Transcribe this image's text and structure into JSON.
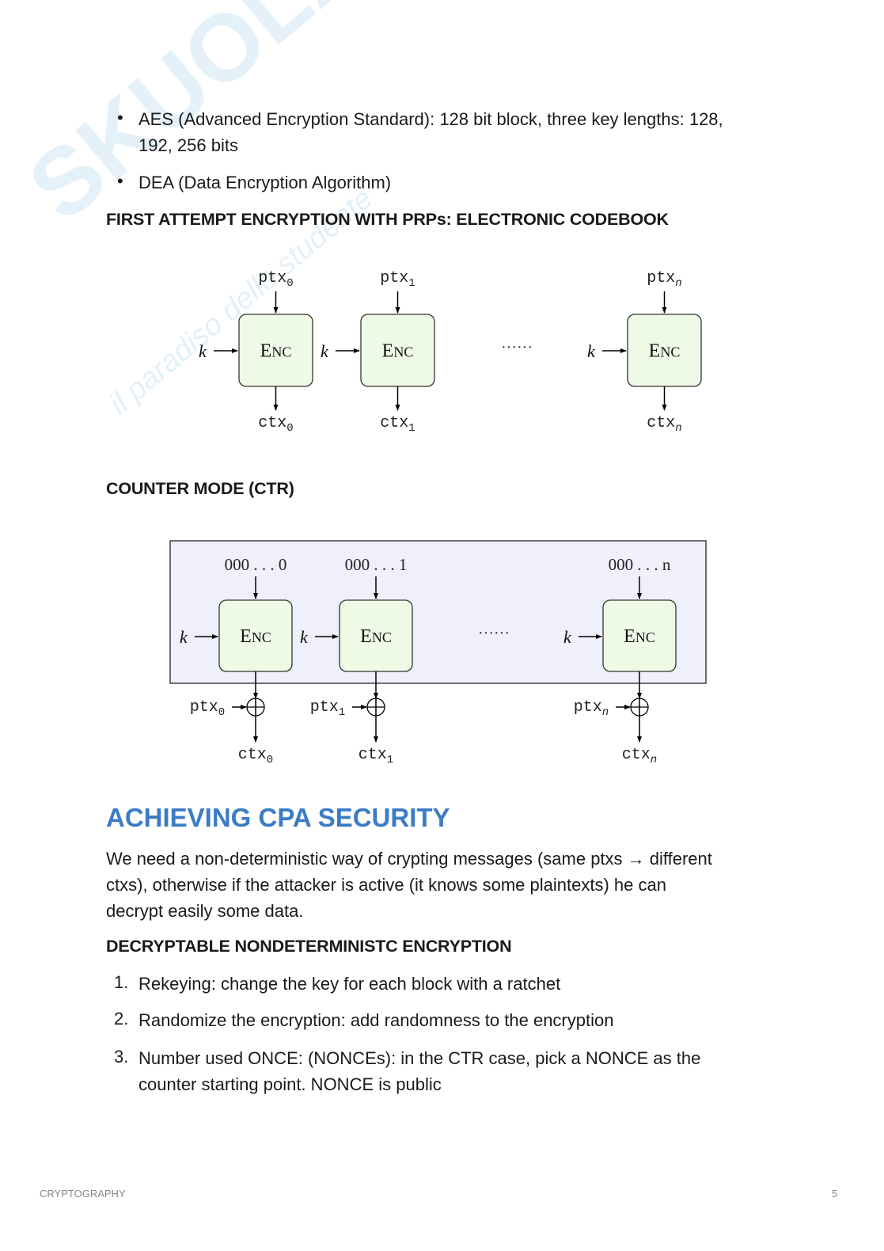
{
  "watermark": {
    "logo_text": "SKUOLA.net",
    "tagline": "il paradiso dello studente"
  },
  "bullets": [
    {
      "line1": "AES (Advanced Encryption Standard): 128 bit block, three key lengths: 128,",
      "line2": "192, 256 bits"
    },
    {
      "line1": "DEA (Data Encryption Algorithm)"
    }
  ],
  "section_ecb": {
    "heading": "FIRST ATTEMPT ENCRYPTION WITH PRPs: ELECTRONIC CODEBOOK"
  },
  "ecb_diagram": {
    "key": "k",
    "block_label_big": "E",
    "block_label_small": "NC",
    "ellipsis": "······",
    "blocks": [
      {
        "ptx": "ptx",
        "ptx_sub": "0",
        "ctx": "ctx",
        "ctx_sub": "0"
      },
      {
        "ptx": "ptx",
        "ptx_sub": "1",
        "ctx": "ctx",
        "ctx_sub": "1"
      },
      {
        "ptx": "ptx",
        "ptx_sub": "n",
        "ctx": "ctx",
        "ctx_sub": "n"
      }
    ]
  },
  "section_ctr": {
    "heading": "COUNTER MODE (CTR)"
  },
  "ctr_diagram": {
    "key": "k",
    "block_label_big": "E",
    "block_label_small": "NC",
    "ellipsis": "······",
    "frame_color": "#f0f0fb",
    "block_color": "#eefae6",
    "blocks": [
      {
        "counter": "000 . . . 0",
        "ptx": "ptx",
        "ptx_sub": "0",
        "ctx": "ctx",
        "ctx_sub": "0"
      },
      {
        "counter": "000 . . . 1",
        "ptx": "ptx",
        "ptx_sub": "1",
        "ctx": "ctx",
        "ctx_sub": "1"
      },
      {
        "counter": "000 . . . n",
        "ptx": "ptx",
        "ptx_sub": "n",
        "ctx": "ctx",
        "ctx_sub": "n"
      }
    ]
  },
  "cpa": {
    "heading": "ACHIEVING CPA SECURITY",
    "paragraph_lines": [
      "We need a non-deterministic way of crypting messages (same ptxs → different",
      "ctxs), otherwise if the attacker is active (it knows some plaintexts) he can",
      "decrypt easily some data."
    ],
    "subheading": "DECRYPTABLE NONDETERMINISTC ENCRYPTION",
    "list": [
      {
        "num": "1.",
        "line1": "Rekeying: change the key for each block with a ratchet"
      },
      {
        "num": "2.",
        "line1": "Randomize the encryption: add randomness to the encryption"
      },
      {
        "num": "3.",
        "line1": "Number used ONCE: (NONCEs): in the CTR case, pick a NONCE as the",
        "line2": "counter starting point. NONCE is public"
      }
    ]
  },
  "footer": {
    "left": "CRYPTOGRAPHY",
    "page_number": "5"
  },
  "colors": {
    "heading_blue": "#3b7cc4"
  }
}
